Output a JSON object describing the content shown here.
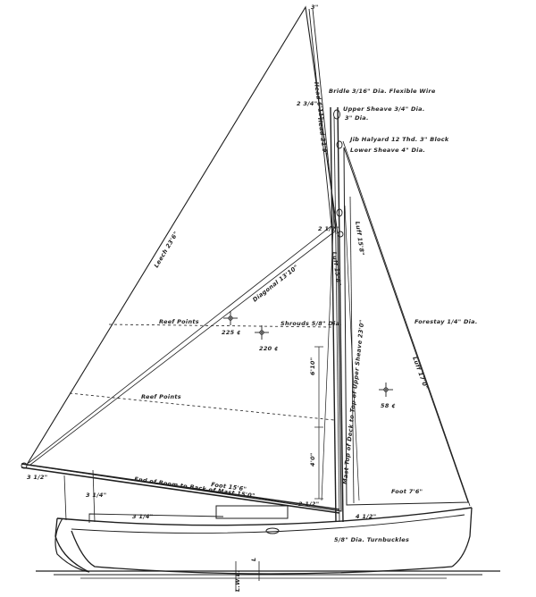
{
  "labels": {
    "top": "3\"",
    "bridle": "Bridle 3/16\" Dia. Flexible Wire",
    "upper_sheave": "Upper Sheave 3/4\" Dia.",
    "dia3": "3\" Dia.",
    "jib_halyard": "Jib Halyard 12 Thd. 3\" Block",
    "lower_sheave": "Lower Sheave 4\" Dia.",
    "dim_2_3": "2 3/4\"",
    "head_a": "Head 6'11\"",
    "head_b": "Head 21'9\"",
    "leech": "Leech 23'6\"",
    "diagonal": "Diagonal 13'10\"",
    "luff_jib": "Luff 15'8\"",
    "luff_main": "Luff 15'8\"",
    "reef_points_1": "Reef Points",
    "reef_points_2": "Reef Points",
    "shrouds": "Shrouds 5/8\" Dia.",
    "forestay": "Forestay 1/4\" Dia.",
    "luff_17": "Luff 17'0\"",
    "area_main_1": "225 ¢",
    "area_main_2": "220 ¢",
    "area_jib": "58 ¢",
    "height_a": "6'10\"",
    "height_b": "4'0\"",
    "dim_2_1": "2 1/2\"",
    "foot_main": "Foot 15'6\"",
    "end_of_boom": "End of Boom to Back of Mast 15'0\"",
    "dim_3_a": "3 1/2\"",
    "dim_3_b": "3 1/4\"",
    "foot_jib": "Foot 7'6\"",
    "dim_2_2": "2 1/2\"",
    "mast_note": "Mast Top of Deck to Top of Upper Sheave 23'0\"",
    "turnbuckles": "5/8\" Dia. Turnbuckles",
    "dim_4": "4 1/2\"",
    "mark_1": "L",
    "mark_2": "L.W.L."
  }
}
